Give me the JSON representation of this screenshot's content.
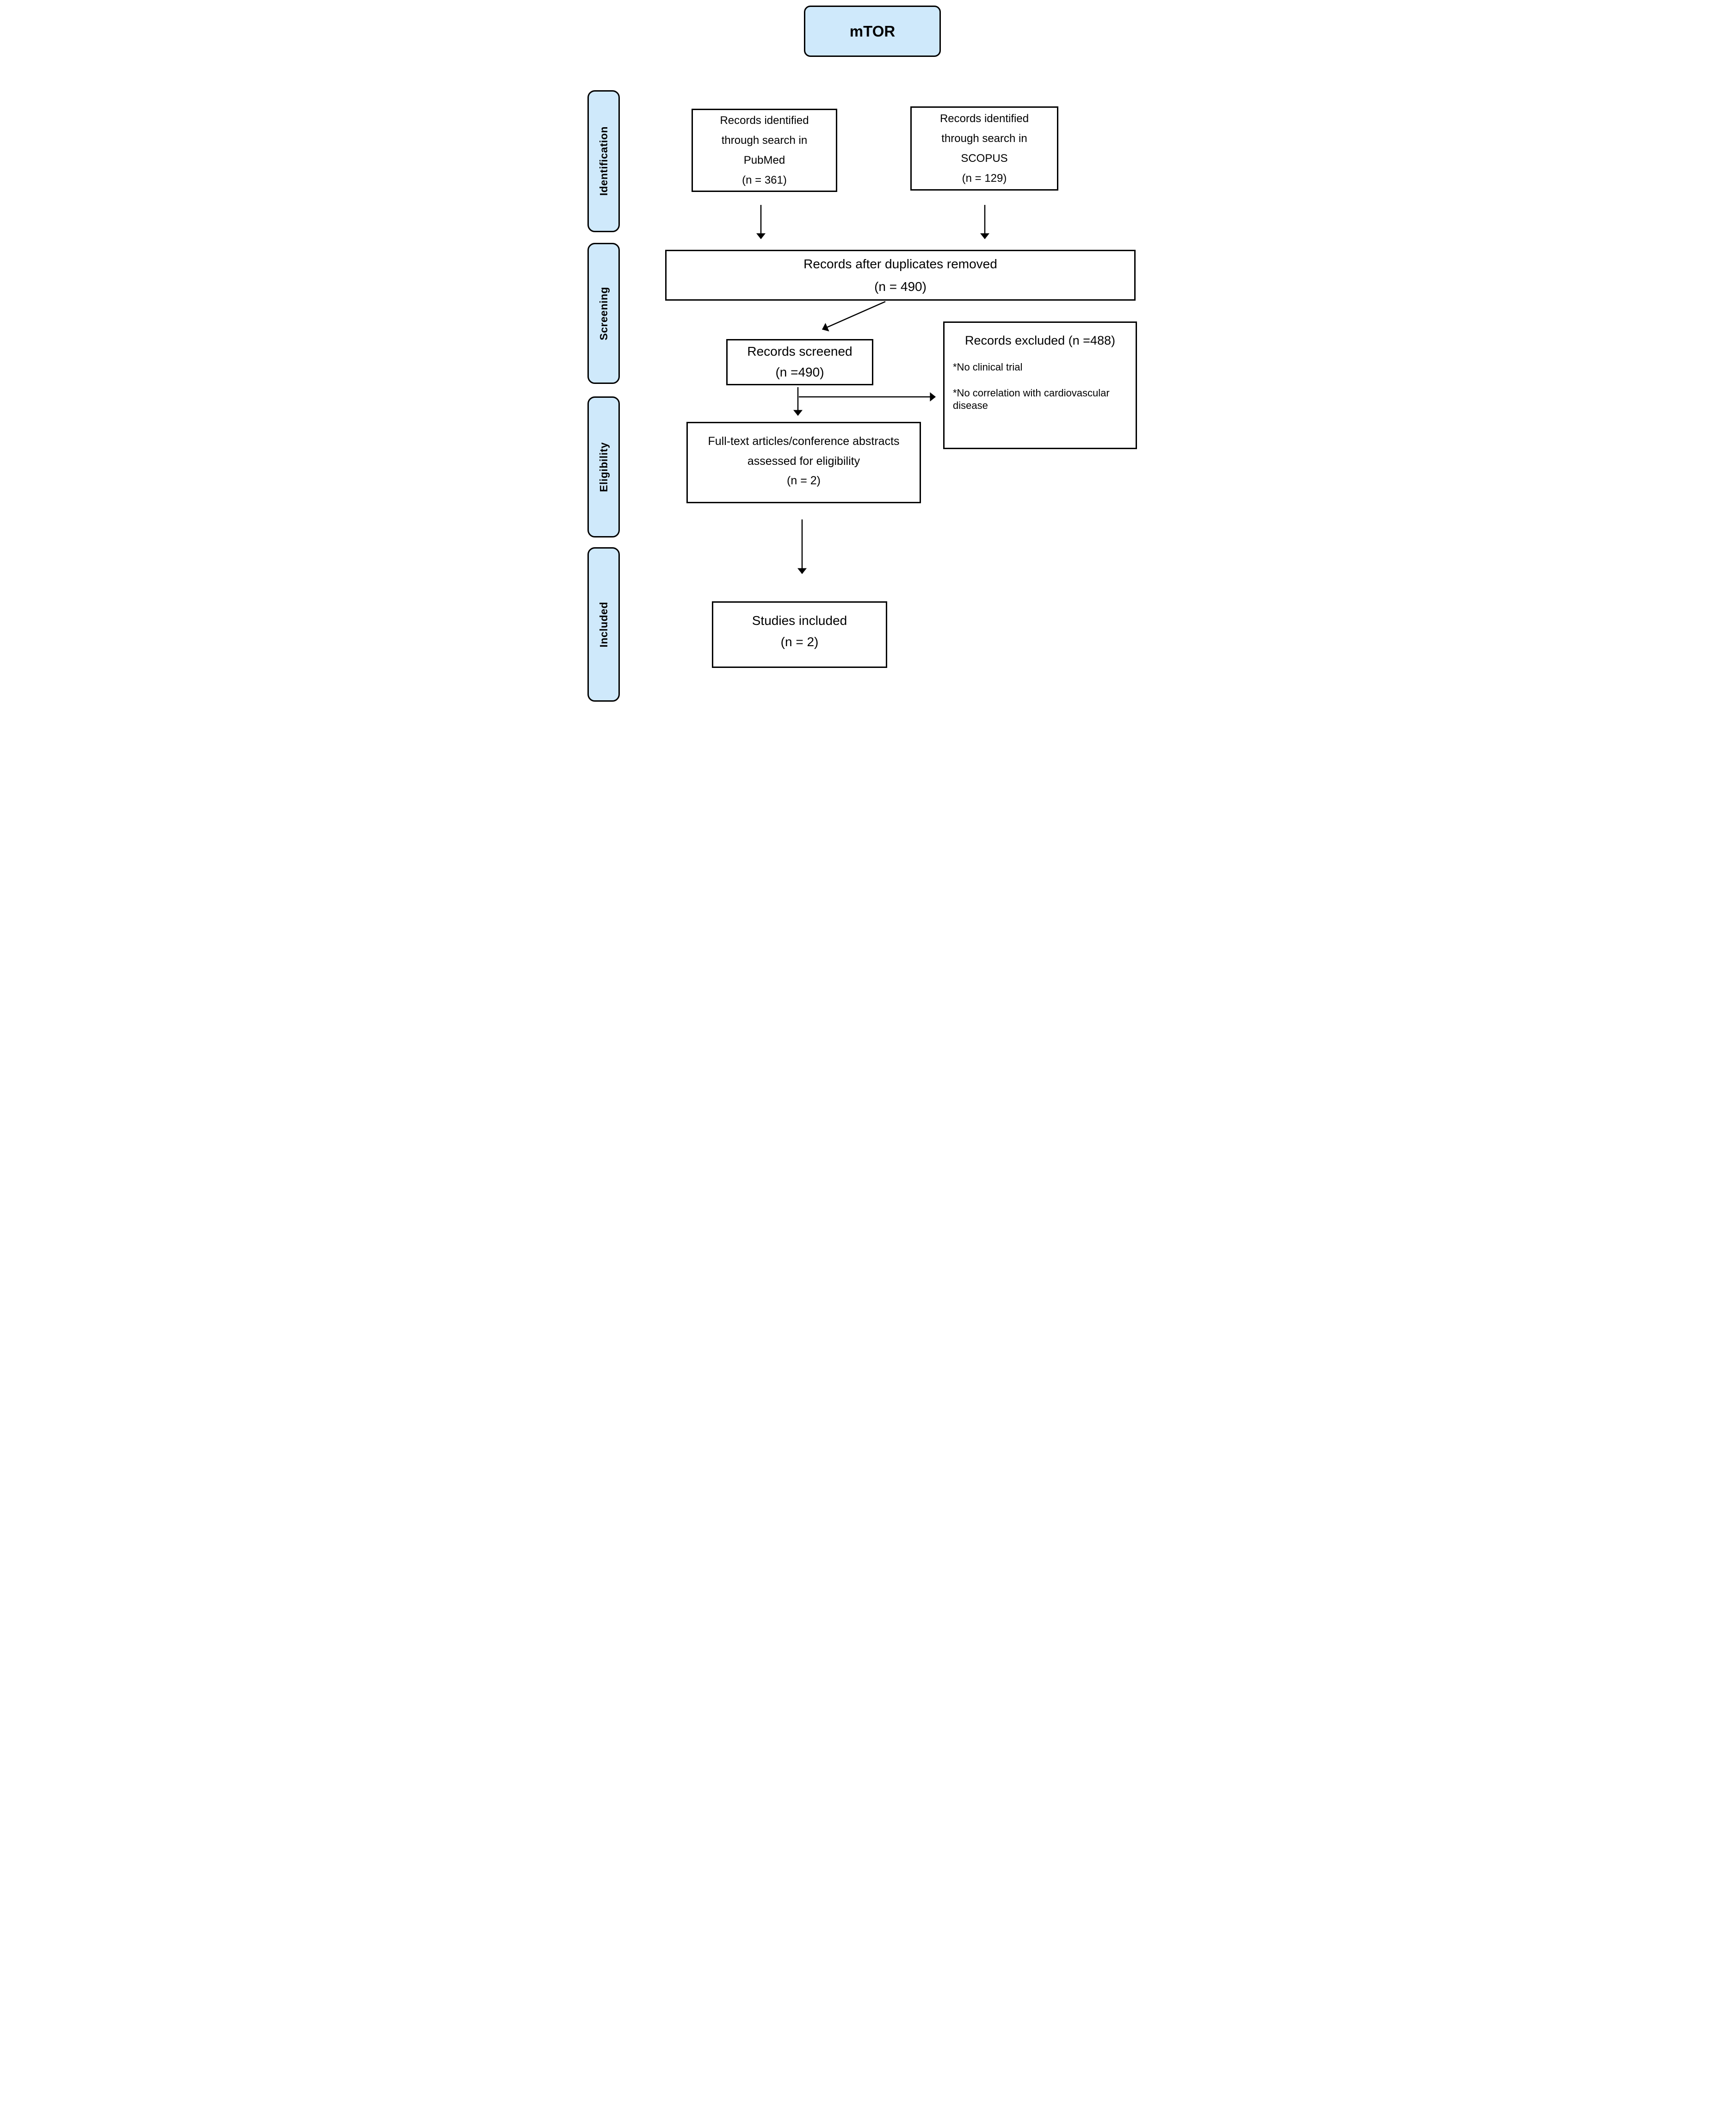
{
  "title": "mTOR",
  "colors": {
    "label_fill": "#cfe9fb",
    "border": "#000000",
    "box_fill": "#ffffff"
  },
  "sidebar": {
    "items": [
      {
        "label": "Identification"
      },
      {
        "label": "Screening"
      },
      {
        "label": "Eligibility"
      },
      {
        "label": "Included"
      }
    ]
  },
  "boxes": {
    "pubmed": {
      "text": "Records identified through search in PubMed",
      "count": "(n =  361)"
    },
    "scopus": {
      "text": "Records identified through search in SCOPUS",
      "count": "(n =  129)"
    },
    "duplicates": {
      "text": "Records after duplicates removed",
      "count": "(n = 490)"
    },
    "screened": {
      "text": "Records screened",
      "count": "(n =490)"
    },
    "excluded": {
      "title": "Records excluded (n =488)",
      "reasons": [
        "*No clinical trial",
        "*No correlation with cardiovascular disease"
      ]
    },
    "fulltext": {
      "text": "Full-text articles/conference abstracts assessed for eligibility",
      "count": "(n = 2)"
    },
    "included": {
      "text": "Studies included",
      "count": "(n = 2)"
    }
  }
}
